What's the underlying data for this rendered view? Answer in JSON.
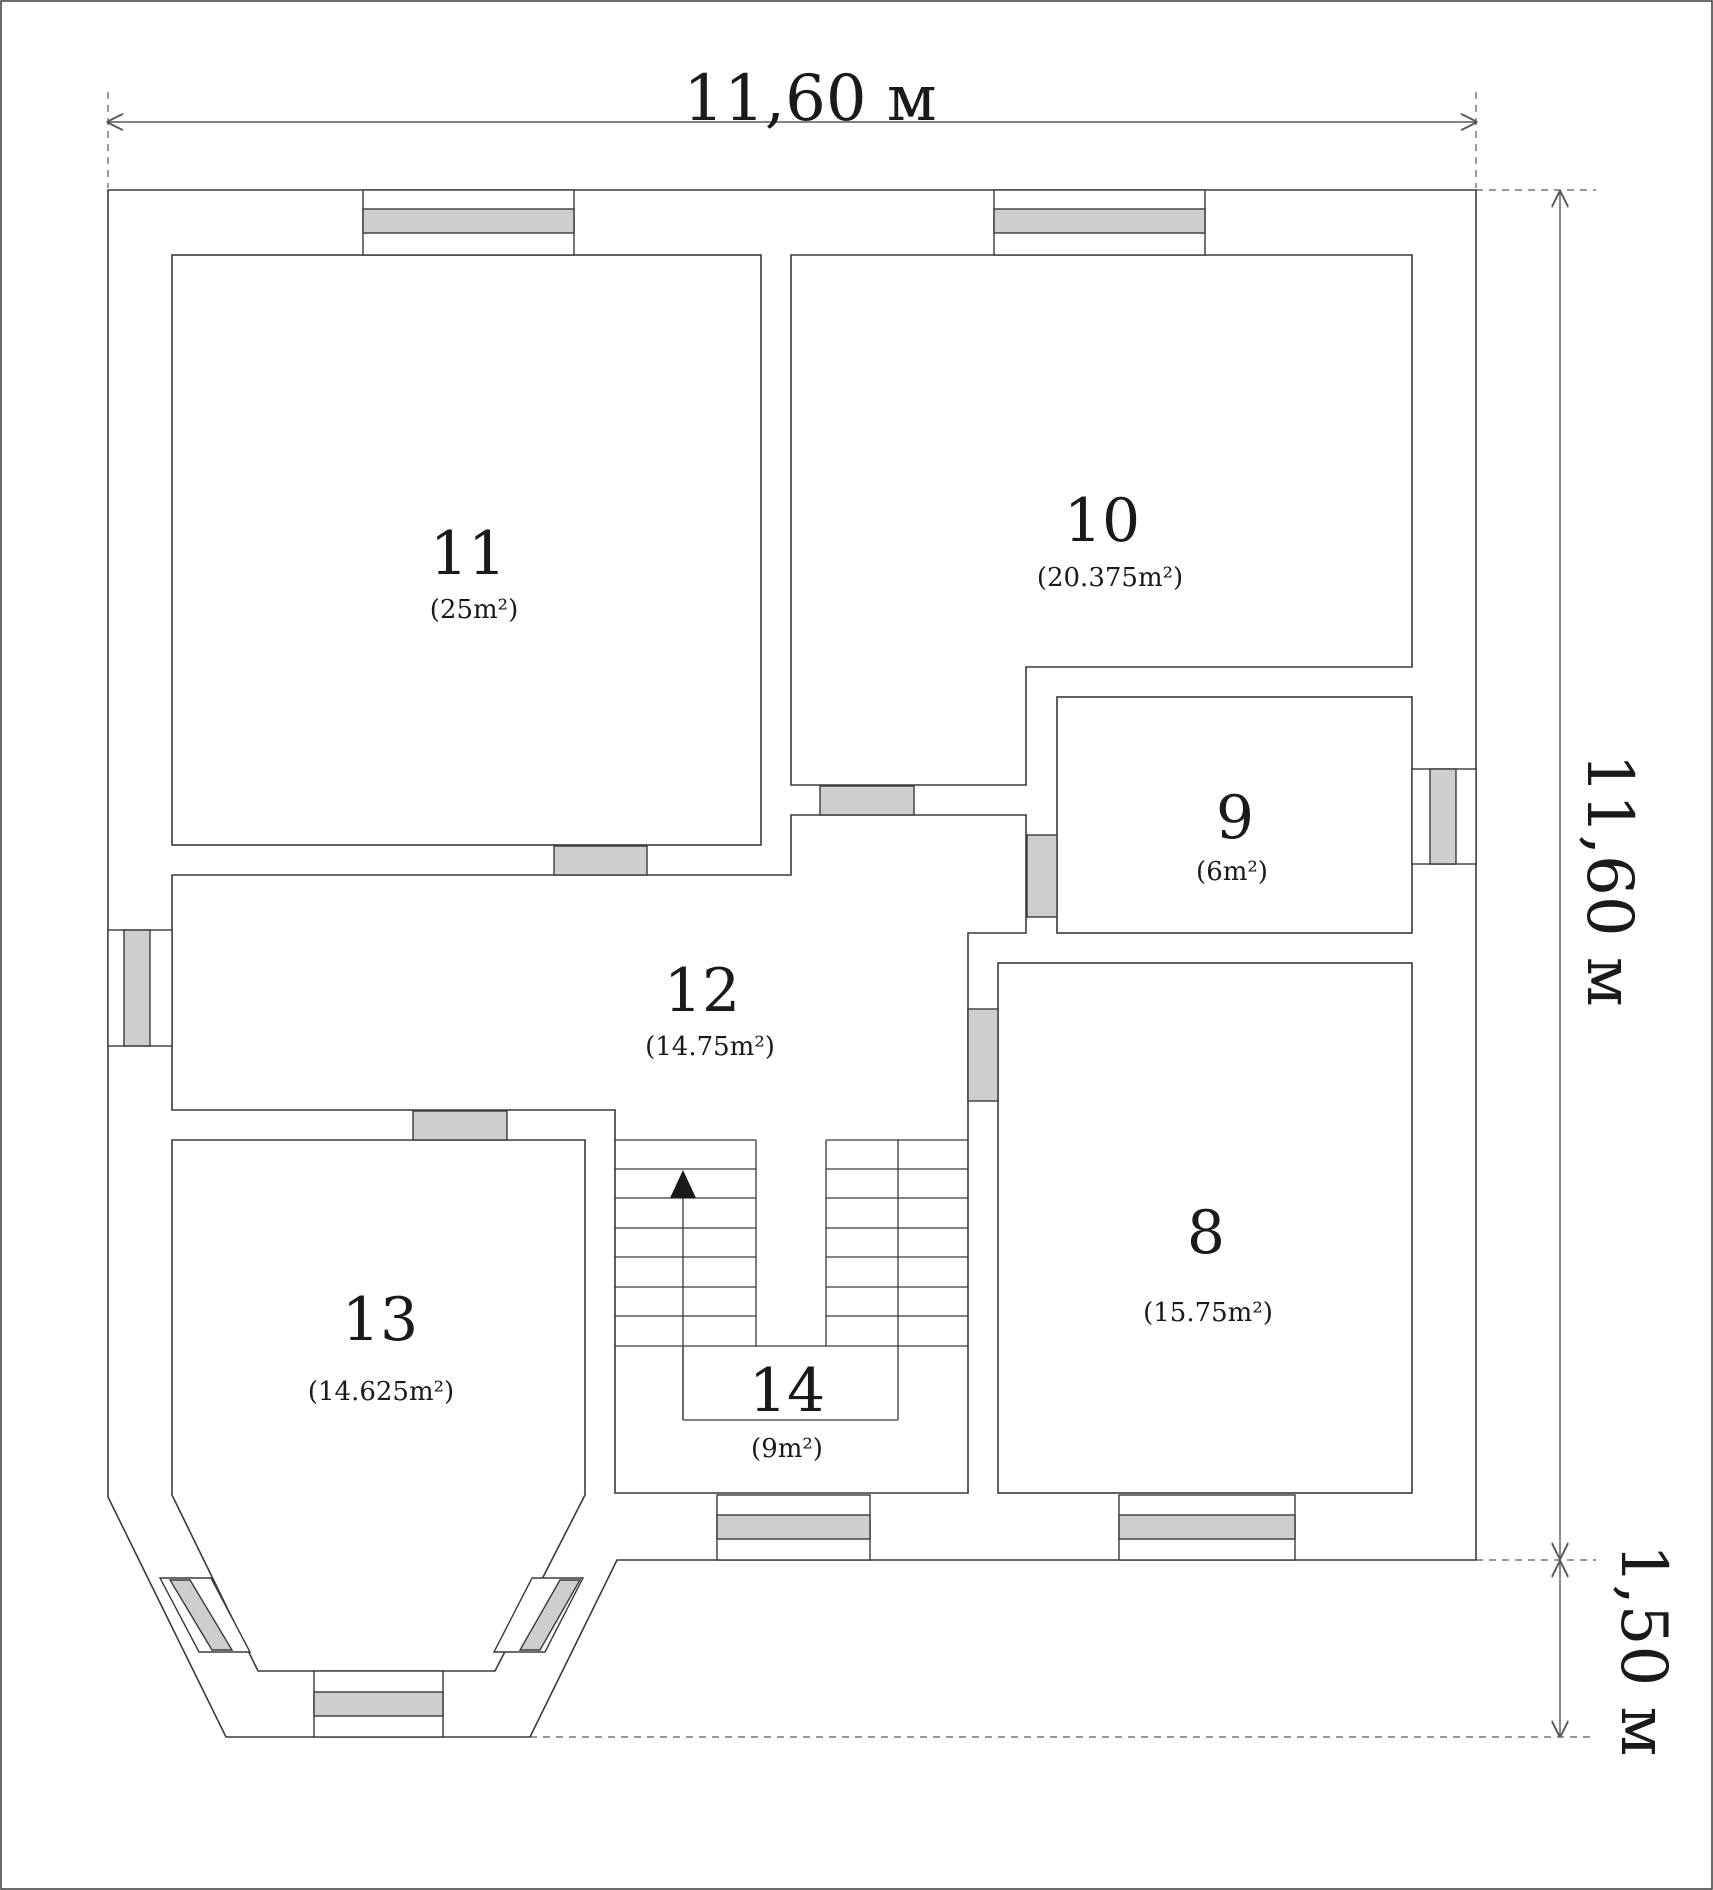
{
  "dimensions": {
    "top_width": "11,60 м",
    "right_height": "11,60 м",
    "right_extension": "1,50 м"
  },
  "rooms": [
    {
      "id": "8",
      "area": "(15.75m²)"
    },
    {
      "id": "9",
      "area": "(6m²)"
    },
    {
      "id": "10",
      "area": "(20.375m²)"
    },
    {
      "id": "11",
      "area": "(25m²)"
    },
    {
      "id": "12",
      "area": "(14.75m²)"
    },
    {
      "id": "13",
      "area": "(14.625m²)"
    },
    {
      "id": "14",
      "area": "(9m²)"
    }
  ],
  "colors": {
    "glass": "#cfcdce",
    "wall": "#3a3a3a"
  }
}
